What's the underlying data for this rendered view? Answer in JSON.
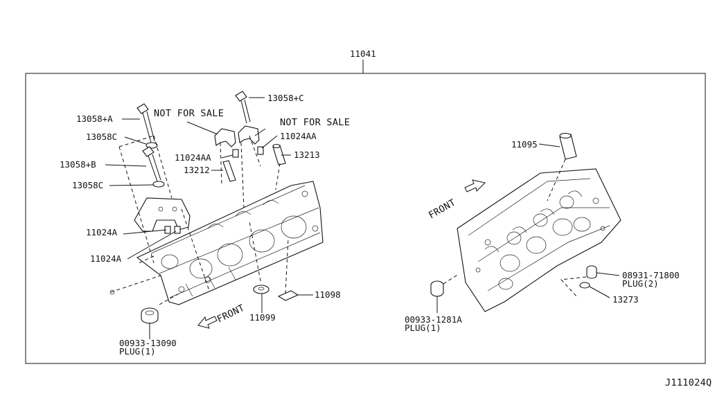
{
  "frame": {
    "assembly_number": "11041"
  },
  "labels": {
    "l13058a": "13058+A",
    "l13058c_top": "13058C",
    "l13058b": "13058+B",
    "l13058c_mid": "13058C",
    "l13058c_right": "13058+C",
    "nfs_left": "NOT FOR SALE",
    "nfs_right": "NOT FOR SALE",
    "l11024aa_right": "11024AA",
    "l11024aa_left": "11024AA",
    "l13212": "13212",
    "l13213": "13213",
    "l11024a_upper": "11024A",
    "l11024a_lower": "11024A",
    "front_left": "FRONT",
    "l11099": "11099",
    "l11098": "11098",
    "plug_left_num": "00933-13090",
    "plug_left_name": "PLUG(1)",
    "l11095": "11095",
    "front_right": "FRONT",
    "plug_right_num": "00933-1281A",
    "plug_right_name": "PLUG(1)",
    "plug_r2_num": "08931-71800",
    "plug_r2_name": "PLUG(2)",
    "l13273": "13273"
  },
  "footer": {
    "diagram_code": "J111024Q"
  },
  "colors": {
    "line": "#111111",
    "background": "#ffffff"
  }
}
